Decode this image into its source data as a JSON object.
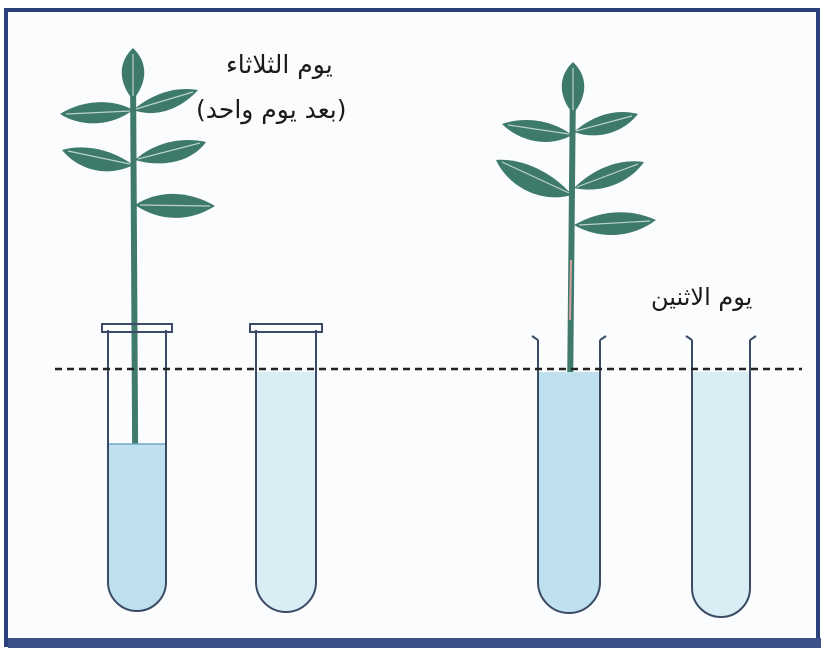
{
  "labels": {
    "tuesday_line1": "يوم الثلاثاء",
    "tuesday_line2": "(بعد يوم واحد)",
    "monday": "يوم الاثنين"
  },
  "colors": {
    "leaf": "#3e7a6a",
    "leaf_vein": "#b9d3c8",
    "stem": "#3f7a6c",
    "tube_outline": "#3b4b66",
    "water": "#bfe0ee",
    "frame_border": "#2b3f7a",
    "dashed_line": "#222222"
  }
}
